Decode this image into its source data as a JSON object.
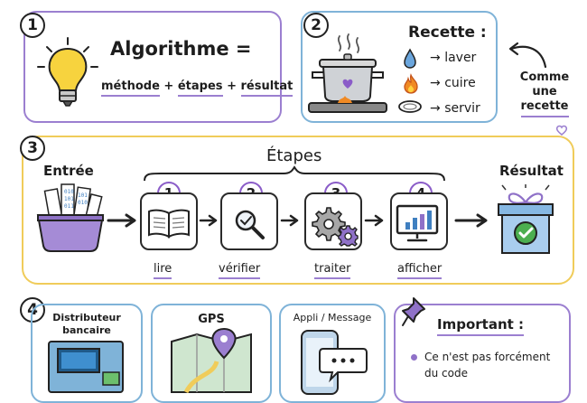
{
  "panel1": {
    "number": "1",
    "title": "Algorithme =",
    "formula": {
      "part1": "méthode",
      "plus1": "+",
      "part2": "étapes",
      "plus2": "+",
      "part3": "résultat"
    }
  },
  "panel2": {
    "number": "2",
    "title": "Recette :",
    "items": [
      {
        "icon": "water-drop-icon",
        "label": "laver"
      },
      {
        "icon": "flame-icon",
        "label": "cuire"
      },
      {
        "icon": "plate-icon",
        "label": "servir"
      }
    ],
    "side_note": {
      "line1": "Comme",
      "line2": "une",
      "line3": "recette"
    }
  },
  "panel3": {
    "number": "3",
    "input_label": "Entrée",
    "steps_title": "Étapes",
    "result_label": "Résultat",
    "steps": [
      {
        "number": "1",
        "label": "lire",
        "icon": "open-book-icon"
      },
      {
        "number": "2",
        "label": "vérifier",
        "icon": "magnifier-icon"
      },
      {
        "number": "3",
        "label": "traiter",
        "icon": "gears-icon"
      },
      {
        "number": "4",
        "label": "afficher",
        "icon": "chart-monitor-icon"
      }
    ]
  },
  "panel4": {
    "number": "4",
    "examples": [
      {
        "line1": "Distributeur",
        "line2": "bancaire",
        "icon": "atm-icon"
      },
      {
        "line1": "GPS",
        "icon": "map-pin-icon"
      },
      {
        "line1": "Appli / Message",
        "icon": "phone-chat-icon"
      }
    ],
    "important": {
      "title": "Important :",
      "bullet_line1": "Ce n'est pas forcément",
      "bullet_line2": "du code"
    }
  },
  "colors": {
    "purple": "#9b7fd0",
    "blue": "#7fb3d8",
    "yellow": "#f0cc5a"
  }
}
